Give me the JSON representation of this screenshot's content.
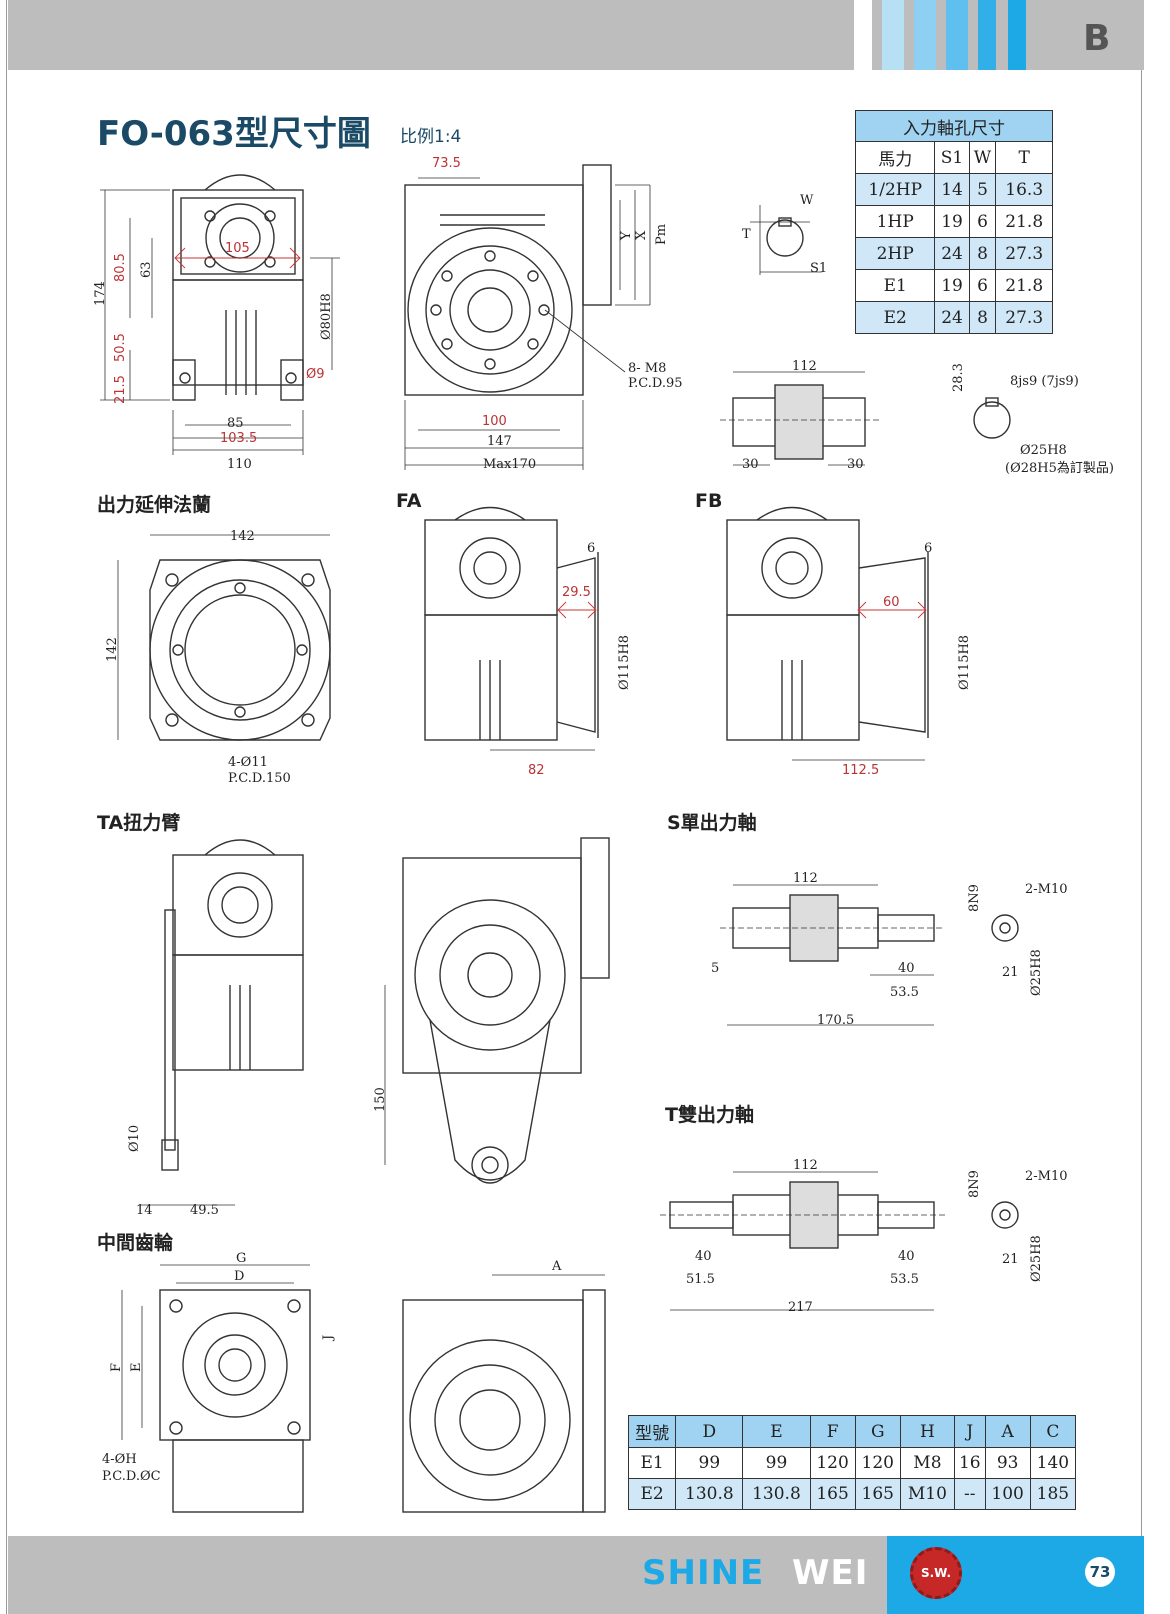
{
  "header": {
    "section_letter": "B",
    "title": "FO-063型尺寸圖",
    "scale": "比例1:4",
    "stripe_colors": [
      "#ffffff",
      "#b7e0f5",
      "#8ed0f2",
      "#5fbfee",
      "#32afe9",
      "#1ca9e6"
    ]
  },
  "sections": {
    "output_flange": "出力延伸法蘭",
    "fa": "FA",
    "fb": "FB",
    "torque_arm": "TA扭力臂",
    "single_shaft": "S單出力軸",
    "double_shaft": "T雙出力軸",
    "intermediate_gear": "中間齒輪"
  },
  "dims": {
    "main_front": {
      "h174": "174",
      "h80_5": "80.5",
      "h63": "63",
      "w105": "105",
      "h50_5": "50.5",
      "h21_5": "21.5",
      "d80h8": "Ø80H8",
      "d9": "Ø9",
      "w85": "85",
      "w103_5": "103.5",
      "w110": "110"
    },
    "main_side": {
      "w73_5": "73.5",
      "y": "Y",
      "x": "X",
      "pm": "Pm",
      "m8": "8- M8",
      "pcd95": "P.C.D.95",
      "w100": "100",
      "w147": "147",
      "max170": "Max170"
    },
    "key_detail": {
      "w": "W",
      "t": "T",
      "s1": "S1"
    },
    "hollow_shaft": {
      "w112": "112",
      "w30a": "30",
      "w30b": "30",
      "h28_3": "28.3",
      "key": "8js9 (7js9)",
      "d25h8": "Ø25H8",
      "d28h5": "(Ø28H5為訂製品)"
    },
    "flange": {
      "w142": "142",
      "h142": "142",
      "holes": "4-Ø11",
      "pcd150": "P.C.D.150"
    },
    "fa": {
      "six": "6",
      "w29_5": "29.5",
      "d115h8": "Ø115H8",
      "w82": "82"
    },
    "fb": {
      "six": "6",
      "w60": "60",
      "d115h8": "Ø115H8",
      "w112_5": "112.5"
    },
    "ta": {
      "d10": "Ø10",
      "w14": "14",
      "w49_5": "49.5",
      "h150": "150"
    },
    "s_shaft": {
      "w112": "112",
      "m10": "2-M10",
      "n9": "8N9",
      "five": "5",
      "w40": "40",
      "w53_5": "53.5",
      "w21": "21",
      "d25h8": "Ø25H8",
      "w170_5": "170.5"
    },
    "t_shaft": {
      "w112": "112",
      "m10": "2-M10",
      "n9": "8N9",
      "w40a": "40",
      "w40b": "40",
      "w51_5": "51.5",
      "w53_5": "53.5",
      "w21": "21",
      "d25h8": "Ø25H8",
      "w217": "217"
    },
    "gear": {
      "g": "G",
      "d": "D",
      "f": "F",
      "e": "E",
      "j": "J",
      "a": "A",
      "holes": "4-ØH",
      "pcd": "P.C.D.ØC"
    }
  },
  "input_table": {
    "title": "入力軸孔尺寸",
    "headers": [
      "馬力",
      "S1",
      "W",
      "T"
    ],
    "rows": [
      [
        "1/2HP",
        "14",
        "5",
        "16.3"
      ],
      [
        "1HP",
        "19",
        "6",
        "21.8"
      ],
      [
        "2HP",
        "24",
        "8",
        "27.3"
      ],
      [
        "E1",
        "19",
        "6",
        "21.8"
      ],
      [
        "E2",
        "24",
        "8",
        "27.3"
      ]
    ]
  },
  "gear_table": {
    "headers": [
      "型號",
      "D",
      "E",
      "F",
      "G",
      "H",
      "J",
      "A",
      "C"
    ],
    "rows": [
      [
        "E1",
        "99",
        "99",
        "120",
        "120",
        "M8",
        "16",
        "93",
        "140"
      ],
      [
        "E2",
        "130.8",
        "130.8",
        "165",
        "165",
        "M10",
        "--",
        "100",
        "185"
      ]
    ]
  },
  "footer": {
    "brand_a": "SHINE",
    "brand_b": "WEI",
    "logo": "S.W.",
    "page": "73"
  }
}
